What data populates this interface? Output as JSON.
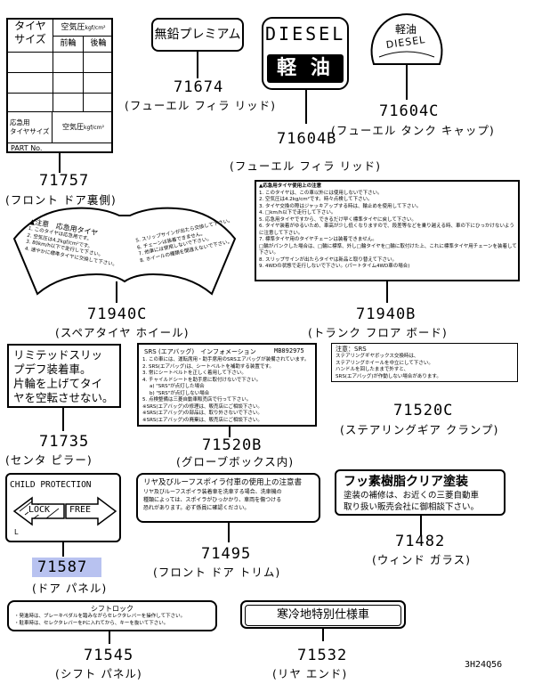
{
  "tire_label": {
    "tire_size": "タイヤ\nサイズ",
    "air_pressure": "空気圧",
    "unit": "kgf/cm²",
    "front": "前輪",
    "rear": "後輪",
    "emergency": "応急用\nタイヤサイズ",
    "part_no": "PART No."
  },
  "unleaded_label": "無鉛プレミアム",
  "diesel_label": {
    "latin": "DIESEL",
    "kanji": "軽 油"
  },
  "diesel_cap_label": {
    "kanji": "軽油",
    "latin": "DIESEL"
  },
  "spare_tire_text": [
    "▲注意　応急用タイヤ",
    "1. このタイヤは応急用です。",
    "2. 空気圧は4.2kgf/cm²です。",
    "3. 80km/h以下で走行して下さい。",
    "4. 速やかに標準タイヤに交換して下さい。",
    "5. スリップサインが出たら交換して下さい。",
    "6. チェーンは装着できません。",
    "7. 他車には使用しないで下さい。",
    "8. ホイールの種類を間違えないで下さい。"
  ],
  "trunk_board_text": [
    "▲応急用タイヤ使用上の注意",
    "1. このタイヤは、この車以外には使用しないで下さい。",
    "2. 空気圧は4.2kg/cm²です。時々点検して下さい。",
    "3. タイヤ交換の際はジャッキアップする時は、輪止めを使用して下さい。",
    "4. □km/h以下で走行して下さい。",
    "5. 応急用タイヤですから、できるだけ早く標準タイヤに戻して下さい。",
    "6. タイヤ装着がゆるいため、車高が少し低くなりますので、段差等などを乗り越える時、車の下にひっかけないように注意して下さい。",
    "7. 標準タイヤ用のタイヤチェーンは装着できません。",
    "□輪がパンクした場合は、□輪に標準、外し□輪タイヤを□輪に取付けた上、これに標準タイヤ用チェーンを装着して下さい。",
    "8. スリップサインが出たらタイヤは新品と取り替えて下さい。",
    "9. 4WDの状態で走行しないで下さい。(パートタイム4WD車の場合)"
  ],
  "limited_slip_label": "リミテッドスリッ\nプデフ装着車。\n片輪を上げてタイ\nヤを空転させない。",
  "srs_glovebox": {
    "title": "SRS (エアバッグ)　インフォメーション",
    "code": "MB892975",
    "lines": [
      "1. この車には、運転席用・助手席用のSRSエアバッグが装備されています。",
      "2. SRS(エアバッグ)は、シートベルトを補助する装置です。",
      "3. 常にシートベルトを正しく着用して下さい。",
      "4. チャイルドシートを助手席に取付けないで下さい。",
      "a) \"SRS\"が点灯した場合",
      "b) \"SRS\"が点灯しない場合",
      "5. 点検整備は三菱自動車販売店で行って下さい。",
      "※SRS(エアバッグ)の修理は、販売店にご相談下さい。",
      "※SRS(エアバッグ)の部品は、取り外さないで下さい。",
      "※SRS(エアバッグ)の廃棄は、販売店にご相談下さい。"
    ]
  },
  "srs_steering": {
    "title": "注意：SRS",
    "lines": [
      "ステアリングギヤボックス交換時は、",
      "ステアリングホイールを中立にして下さい。",
      "ハンドルを回したままで外すと、",
      "SRS(エアバッグ)が作動しない場合があります。"
    ]
  },
  "child_protection": {
    "title": "CHILD PROTECTION",
    "lock": "LOCK",
    "free": "FREE",
    "l": "L"
  },
  "spoiler_label": {
    "title": "リヤ及びルーフスポイラ付車の使用上の注意書",
    "lines": [
      "リヤ及びルーフスポイラ装着車を洗車する場合、洗車機の",
      "種類によっては、スポイラがひっかかり、車両を傷つける",
      "恐れがあります。必ず係員に確認ください。"
    ]
  },
  "fluororesin_label": {
    "title": "フッ素樹脂クリア塗装",
    "lines": [
      "塗装の補修は、お近くの三菱自動車",
      "取り扱い販売会社に御相談下さい。"
    ]
  },
  "shift_lock_label": {
    "title": "シフトロック",
    "lines": [
      "・発進時は、ブレーキペダルを踏みながらセレクタレバーを操作して下さい。",
      "・駐車時は、セレクタレバーをPに入れてから、キーを抜いて下さい。"
    ]
  },
  "cold_spec_label": "寒冷地特別仕様車",
  "parts": [
    {
      "id": "71757",
      "caption": "(フロント ドア裏側)"
    },
    {
      "id": "71674",
      "caption": "(フューエル フィラ リッド)"
    },
    {
      "id": "71604B",
      "caption": "(フューエル フィラ リッド)"
    },
    {
      "id": "71604C",
      "caption": "(フューエル タンク キャップ)"
    },
    {
      "id": "71940C",
      "caption": "(スペアタイヤ ホイール)"
    },
    {
      "id": "71940B",
      "caption": "(トランク フロア ボード)"
    },
    {
      "id": "71735",
      "caption": "(センタ ピラー)"
    },
    {
      "id": "71520B",
      "caption": "(グローブボックス内)"
    },
    {
      "id": "71520C",
      "caption": "(ステアリングギア クランプ)"
    },
    {
      "id": "71587",
      "caption": "(ドア パネル)"
    },
    {
      "id": "71495",
      "caption": "(フロント ドア トリム)"
    },
    {
      "id": "71482",
      "caption": "(ウィンド ガラス)"
    },
    {
      "id": "71545",
      "caption": "(シフト パネル)"
    },
    {
      "id": "71532",
      "caption": "(リヤ エンド)"
    }
  ],
  "diagram_code": "3H24Q56",
  "colors": {
    "highlight": "#b8c2f0",
    "line": "#000000"
  }
}
